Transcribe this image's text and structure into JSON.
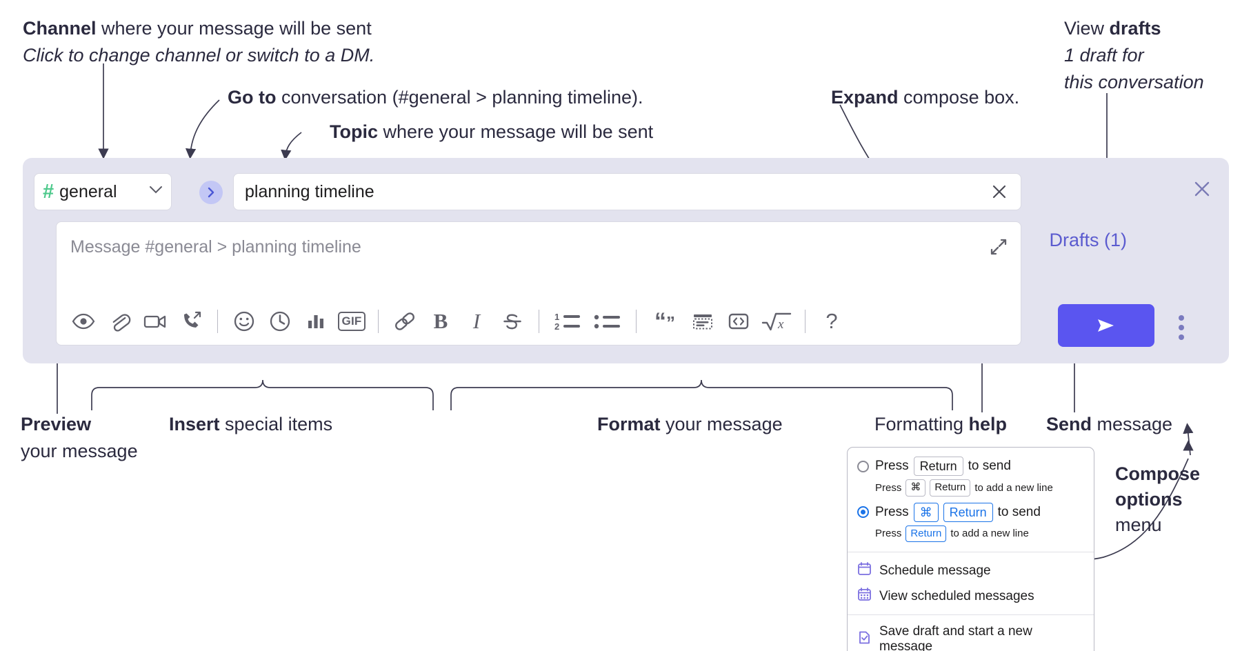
{
  "annotations": {
    "channel": {
      "bold": "Channel",
      "rest": " where your message will be sent",
      "italic": "Click to change channel or switch to a DM."
    },
    "goto": {
      "bold": "Go to",
      "rest": " conversation (#general > planning timeline)."
    },
    "topic": {
      "bold": "Topic",
      "rest": " where your message will be sent"
    },
    "expand": {
      "bold": "Expand",
      "rest": " compose box."
    },
    "drafts": {
      "lead": "View ",
      "bold": "drafts",
      "italic1": "1 draft for",
      "italic2": "this conversation"
    },
    "preview": {
      "bold": "Preview",
      "rest": "your message"
    },
    "insert": {
      "bold": "Insert",
      "rest": " special items"
    },
    "format": {
      "bold": "Format",
      "rest": " your message"
    },
    "help": {
      "lead": "Formatting ",
      "bold": "help"
    },
    "send": {
      "bold": "Send",
      "rest": " message"
    },
    "compose_options": {
      "bold1": "Compose",
      "bold2": "options",
      "rest": "menu"
    }
  },
  "composer": {
    "channel": {
      "hash": "#",
      "name": "general",
      "chevron": "chevron-down-icon"
    },
    "goto_button": "goto-chevron-icon",
    "topic": {
      "value": "planning timeline",
      "clear": "close-icon"
    },
    "panel_close": "close-icon",
    "message": {
      "placeholder": "Message #general > planning timeline",
      "expand": "expand-icon"
    },
    "drafts_label": "Drafts (1)",
    "send_label": "send-arrow-icon",
    "more_label": "overflow-menu-icon",
    "toolbar": [
      {
        "name": "preview-icon",
        "kind": "icon"
      },
      {
        "name": "attachment-icon",
        "kind": "icon"
      },
      {
        "name": "video-icon",
        "kind": "icon"
      },
      {
        "name": "audio-clip-icon",
        "kind": "icon"
      },
      {
        "name": "divider",
        "kind": "sep"
      },
      {
        "name": "emoji-icon",
        "kind": "icon"
      },
      {
        "name": "clock-icon",
        "kind": "icon"
      },
      {
        "name": "poll-icon",
        "kind": "icon"
      },
      {
        "name": "gif-icon",
        "kind": "icon",
        "text": "GIF"
      },
      {
        "name": "divider",
        "kind": "sep"
      },
      {
        "name": "link-icon",
        "kind": "icon"
      },
      {
        "name": "bold-icon",
        "kind": "icon",
        "text": "B"
      },
      {
        "name": "italic-icon",
        "kind": "icon",
        "text": "I"
      },
      {
        "name": "strikethrough-icon",
        "kind": "icon"
      },
      {
        "name": "divider",
        "kind": "sep"
      },
      {
        "name": "ordered-list-icon",
        "kind": "icon"
      },
      {
        "name": "bulleted-list-icon",
        "kind": "icon"
      },
      {
        "name": "divider",
        "kind": "sep"
      },
      {
        "name": "blockquote-icon",
        "kind": "icon"
      },
      {
        "name": "code-block-icon",
        "kind": "icon"
      },
      {
        "name": "code-icon",
        "kind": "icon"
      },
      {
        "name": "math-icon",
        "kind": "icon"
      },
      {
        "name": "divider",
        "kind": "sep"
      },
      {
        "name": "help-icon",
        "kind": "icon",
        "text": "?"
      }
    ]
  },
  "options_menu": {
    "option1": {
      "selected": false,
      "press": "Press",
      "key": "Return",
      "tail": "to send",
      "sub_press": "Press",
      "sub_key1": "⌘",
      "sub_key2": "Return",
      "sub_tail": "to add a new line"
    },
    "option2": {
      "selected": true,
      "press": "Press",
      "key1": "⌘",
      "key2": "Return",
      "tail": "to send",
      "sub_press": "Press",
      "sub_key": "Return",
      "sub_tail": "to add a new line"
    },
    "items": [
      {
        "icon": "calendar-icon",
        "label": "Schedule message"
      },
      {
        "icon": "calendar-grid-icon",
        "label": "View scheduled messages"
      },
      {
        "icon": "save-draft-icon",
        "label": "Save draft and start a new message"
      }
    ]
  },
  "colors": {
    "accent_purple": "#5a55f0",
    "drafts_purple": "#5b5bcf",
    "channel_green": "#4ec98c",
    "panel_bg": "#e3e3ef",
    "radio_blue": "#1a73e8",
    "ink": "#2b2a3f"
  }
}
